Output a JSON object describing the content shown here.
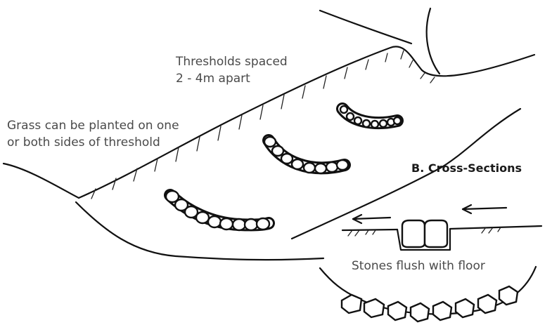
{
  "labels": {
    "spacing_line1": "Thresholds spaced",
    "spacing_line2": "2 - 4m apart",
    "grass_line1": "Grass can be planted on one",
    "grass_line2": "or both sides of threshold",
    "section_title": "B.  Cross-Sections",
    "stones_caption": "Stones flush with floor"
  }
}
